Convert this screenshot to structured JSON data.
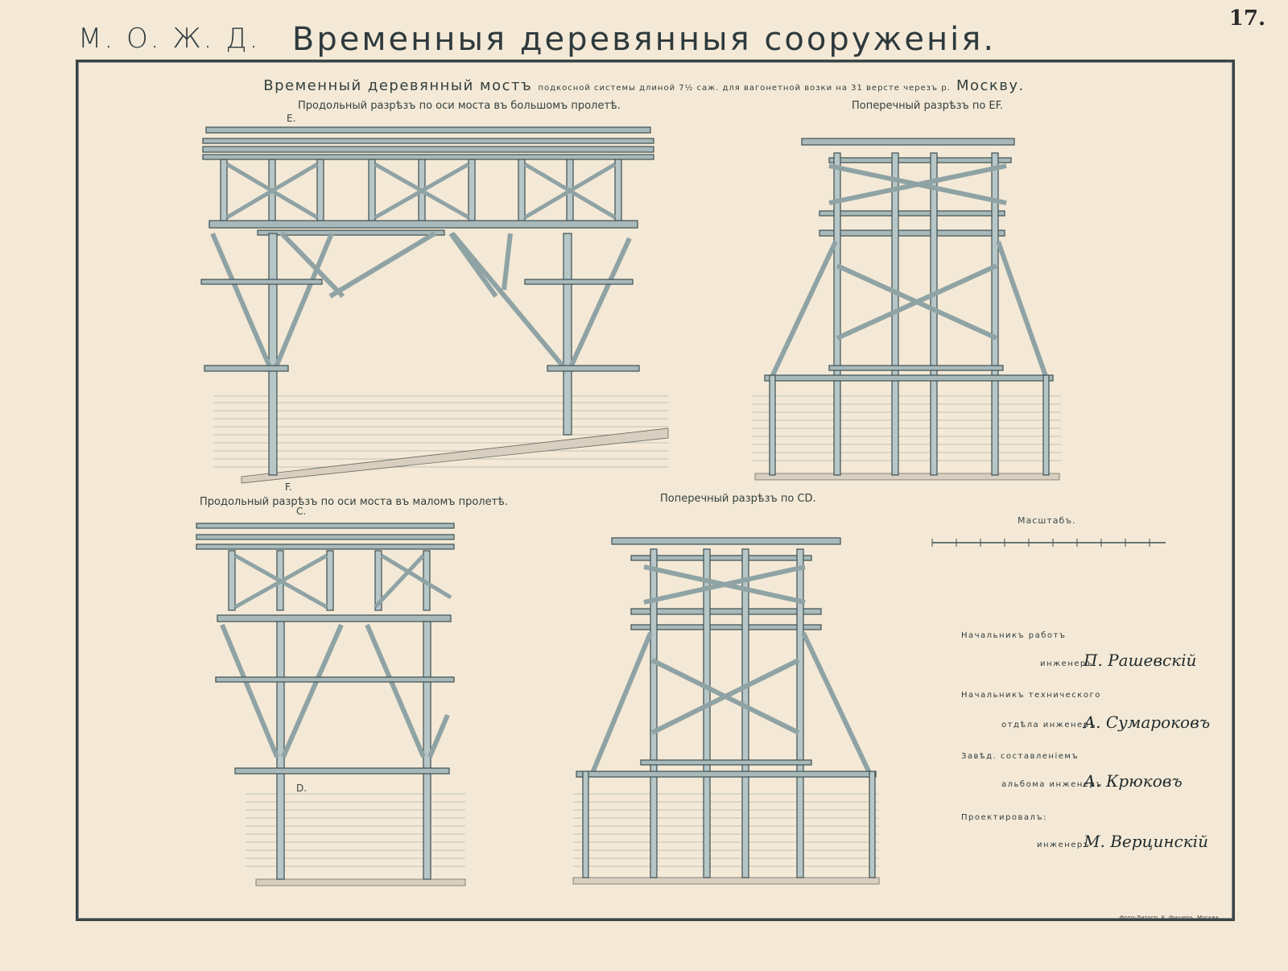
{
  "header": {
    "left": "М. О. Ж. Д.",
    "title": "Временныя деревянныя сооруженiя.",
    "page_number": "17."
  },
  "subtitle": {
    "main": "Временный деревянный мостъ",
    "middle": "подкосной системы длиной 7½ саж. для вагонетной возки на 31 версте черезъ р.",
    "end": "Москву."
  },
  "views": {
    "view1": "Продольный разрѣзъ по оси моста въ большомъ пролетѣ.",
    "view2": "Поперечный разрѣзъ по EF.",
    "view3": "Продольный разрѣзъ по оси моста въ маломъ пролетѣ.",
    "view4": "Поперечный разрѣзъ по CD."
  },
  "section_letters": {
    "e": "E.",
    "f": "F.",
    "c": "C.",
    "d": "D."
  },
  "scale": {
    "label": "Масштабъ."
  },
  "credits": [
    {
      "role": "Начальникъ работъ",
      "prefix": "инженеръ",
      "name": "П. Рашевскiй"
    },
    {
      "role": "Начальникъ технического",
      "prefix": "отдѣла инженеръ",
      "name": "А. Сумароковъ"
    },
    {
      "role": "Завѣд. составленiемъ",
      "prefix": "альбома инженеръ",
      "name": "А. Крюковъ"
    },
    {
      "role": "Проектировалъ:",
      "prefix": "инженеръ",
      "name": "М. Верцинскiй"
    }
  ],
  "printer": "Фото-Литогр. К. Фишеръ, Москва."
}
